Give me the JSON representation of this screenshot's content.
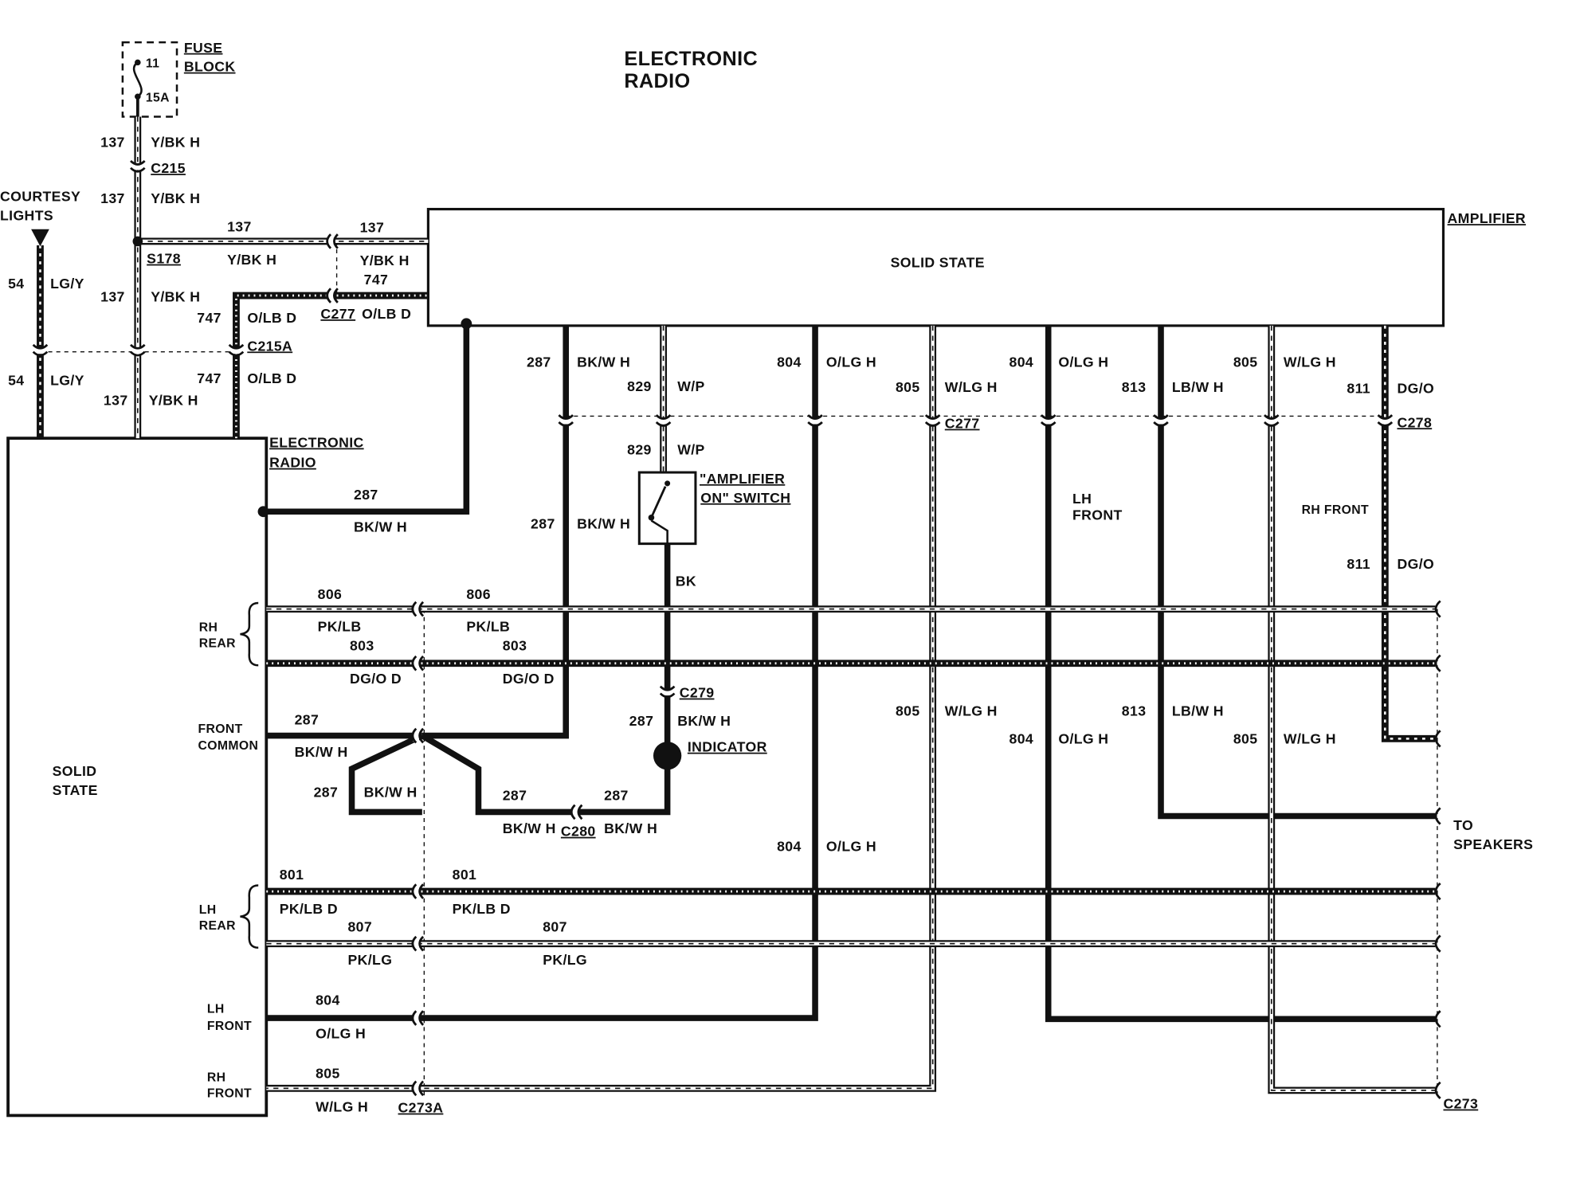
{
  "title": [
    "ELECTRONIC",
    "RADIO"
  ],
  "fuse_block": {
    "label": [
      "FUSE",
      "BLOCK"
    ],
    "fuse": "11",
    "rating": "15A"
  },
  "courtesy_lights": [
    "COURTESY",
    "LIGHTS"
  ],
  "electronic_radio": {
    "label": [
      "ELECTRONIC",
      "RADIO"
    ],
    "type": [
      "SOLID",
      "STATE"
    ]
  },
  "amplifier": {
    "label": "AMPLIFIER",
    "type": "SOLID STATE"
  },
  "amplifier_switch": [
    "\"AMPLIFIER",
    "ON\" SWITCH"
  ],
  "indicator": "INDICATOR",
  "to_speakers": [
    "TO",
    "SPEAKERS"
  ],
  "radio_outputs": {
    "rh_rear": [
      "RH",
      "REAR"
    ],
    "front_common": [
      "FRONT",
      "COMMON"
    ],
    "lh_rear": [
      "LH",
      "REAR"
    ],
    "lh_front": [
      "LH",
      "FRONT"
    ],
    "rh_front": [
      "RH",
      "FRONT"
    ]
  },
  "amplifier_outputs": {
    "lh_front": [
      "LH",
      "FRONT"
    ],
    "rh_front": "RH FRONT"
  },
  "connectors": {
    "c215": "C215",
    "s178": "S178",
    "c277_left": "C277",
    "c215a": "C215A",
    "c277_right": "C277",
    "c278": "C278",
    "c279": "C279",
    "c280": "C280",
    "c273a": "C273A",
    "c273": "C273"
  },
  "wire_labels": [
    {
      "circuit": "137",
      "color": "Y/BK H"
    },
    {
      "circuit": "137",
      "color": "Y/BK H"
    },
    {
      "circuit": "137",
      "color": "Y/BK H"
    },
    {
      "circuit": "137",
      "color": "Y/BK H"
    },
    {
      "circuit": "747",
      "color": "O/LB D"
    },
    {
      "circuit": "747",
      "color": "O/LB D"
    },
    {
      "circuit": "54",
      "color": "LG/Y"
    },
    {
      "circuit": "137",
      "color": "Y/BK H"
    },
    {
      "circuit": "54",
      "color": "LG/Y"
    },
    {
      "circuit": "747",
      "color": "O/LB D"
    },
    {
      "circuit": "137",
      "color": "Y/BK H"
    },
    {
      "circuit": "287",
      "color": "BK/W H"
    },
    {
      "circuit": "829",
      "color": "W/P"
    },
    {
      "circuit": "804",
      "color": "O/LG H"
    },
    {
      "circuit": "805",
      "color": "W/LG H"
    },
    {
      "circuit": "804",
      "color": "O/LG H"
    },
    {
      "circuit": "813",
      "color": "LB/W H"
    },
    {
      "circuit": "805",
      "color": "W/LG H"
    },
    {
      "circuit": "811",
      "color": "DG/O"
    },
    {
      "circuit": "829",
      "color": "W/P"
    },
    {
      "circuit": "287",
      "color": "BK/W H"
    },
    {
      "circuit": "287",
      "color": "BK/W H"
    },
    {
      "color": "BK"
    },
    {
      "circuit": "811",
      "color": "DG/O"
    },
    {
      "circuit": "806",
      "color": "PK/LB"
    },
    {
      "circuit": "806",
      "color": "PK/LB"
    },
    {
      "circuit": "803",
      "color": "DG/O D"
    },
    {
      "circuit": "803",
      "color": "DG/O D"
    },
    {
      "circuit": "287",
      "color": "BK/W H"
    },
    {
      "circuit": "287",
      "color": "BK/W H"
    },
    {
      "circuit": "287",
      "color": "BK/W H"
    },
    {
      "circuit": "287",
      "color": "BK/W H"
    },
    {
      "circuit": "287",
      "color": "BK/W H"
    },
    {
      "circuit": "805",
      "color": "W/LG H"
    },
    {
      "circuit": "813",
      "color": "LB/W H"
    },
    {
      "circuit": "804",
      "color": "O/LG H"
    },
    {
      "circuit": "805",
      "color": "W/LG H"
    },
    {
      "circuit": "804",
      "color": "O/LG H"
    },
    {
      "circuit": "801",
      "color": "PK/LB D"
    },
    {
      "circuit": "801",
      "color": "PK/LB D"
    },
    {
      "circuit": "807",
      "color": "PK/LG"
    },
    {
      "circuit": "807",
      "color": "PK/LG"
    },
    {
      "circuit": "804",
      "color": "O/LG H"
    },
    {
      "circuit": "805",
      "color": "W/LG H"
    }
  ]
}
